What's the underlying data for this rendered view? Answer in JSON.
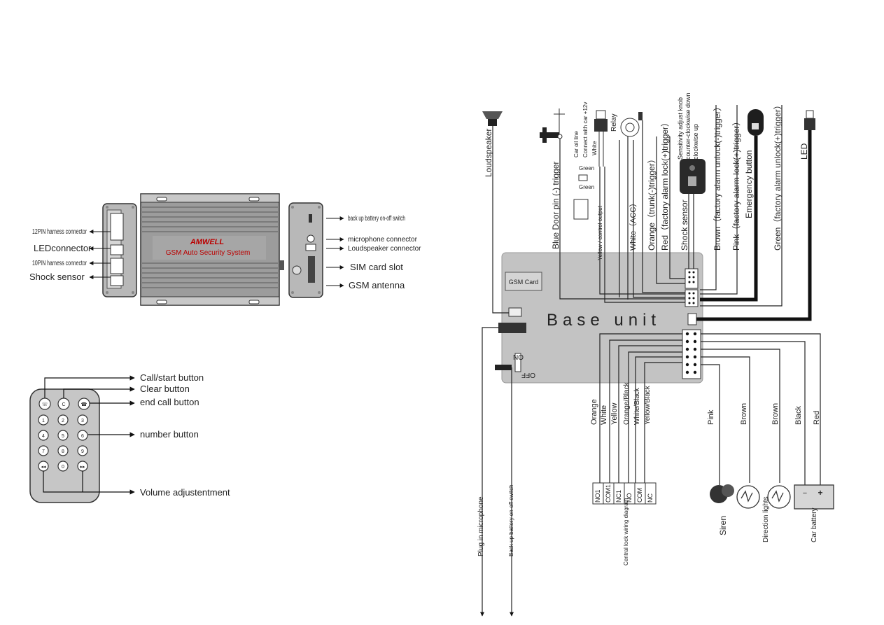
{
  "unit": {
    "brand": "AMWELL",
    "product": "GSM Auto Security System",
    "left_labels": [
      "12PIN harness connector",
      "LEDconnector",
      "10PIN harness connector",
      "Shock sensor"
    ],
    "right_labels": [
      "back up battery on-off switch",
      "microphone connector",
      "Loudspeaker connector",
      "SIM card slot",
      "GSM antenna"
    ]
  },
  "remote": {
    "labels": [
      "Call/start  button",
      "Clear  button",
      "end call button",
      "number  button",
      "Volume adjustentment"
    ],
    "keys": [
      "C",
      "1",
      "2",
      "3",
      "4",
      "5",
      "6",
      "7",
      "8",
      "9",
      "0"
    ]
  },
  "wiring": {
    "base_unit": "Base unit",
    "gsm_card": "GSM Card",
    "switch_on": "ON",
    "switch_off": "OFF",
    "top_labels": [
      "Loudspeaker",
      "Blue Door pin (-) trigger",
      "Car oil line",
      "Connect with car +12v",
      "Relay",
      "White",
      "Green",
      "Green",
      "Yellow / control output",
      "White（ACC）",
      "Orange（trunk(-)trigger）",
      "Red（factory alarm lock(+)trigger）",
      "Shock sensor",
      "Sensitivity adjust knob",
      "counter-clockwise down",
      "clockwise up",
      "Brown（factory alarm unlock(-)trigger）",
      "Pink（factory alarm lock(+)trigger）",
      "Emergency button",
      "Green（factory alarm unlock(+)trigger）",
      "LED"
    ],
    "bottom_wire_labels": [
      "Orange",
      "White",
      "Yellow",
      "Orange/Black",
      "White/Black",
      "Yellow/Black",
      "Pink",
      "Brown",
      "Brown",
      "Black",
      "Red"
    ],
    "central_lock_terminals": [
      "NO1",
      "COM1",
      "NC1",
      "NO",
      "COM",
      "NC"
    ],
    "bottom_labels": [
      "Plug in microphone",
      "Back up battery on-off switch",
      "Central lock wiring diagram",
      "Siren",
      "Direction lights",
      "Car battery"
    ],
    "battery_minus": "−",
    "battery_plus": "+"
  }
}
